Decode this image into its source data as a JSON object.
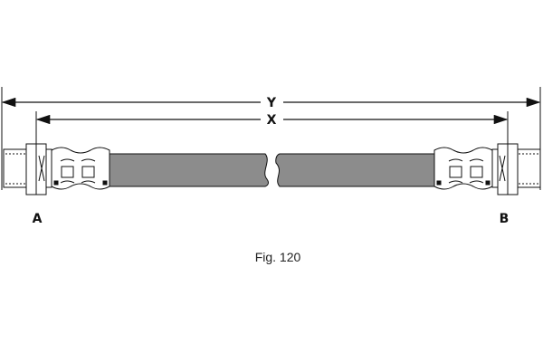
{
  "figure": {
    "caption": "Fig. 120",
    "dimension_labels": {
      "overall": "Y",
      "hose": "X"
    },
    "end_labels": {
      "left": "A",
      "right": "B"
    },
    "colors": {
      "hose": "#8c8c8c",
      "line": "#111111"
    }
  }
}
